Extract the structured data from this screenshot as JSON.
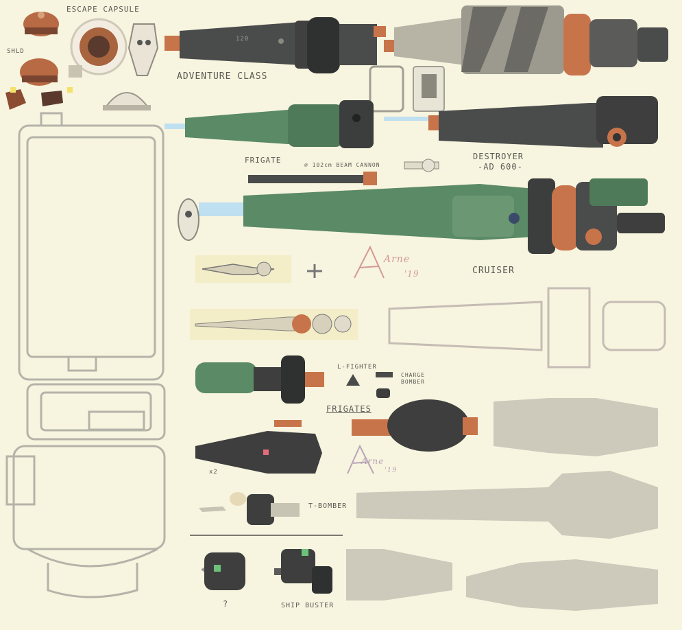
{
  "colors": {
    "paper": "#f7f4df",
    "hull_dark": "#4a4b4b",
    "hull_green": "#5a8a66",
    "engine_orange": "#c8744a",
    "silhouette_gray": "#cdc9bb",
    "sketch_line": "#b8b6ad"
  },
  "labels": {
    "escape_capsule": "ESCAPE CAPSULE",
    "shld": "SHLD",
    "adventure_class": "ADVENTURE CLASS",
    "frigate": "FRIGATE",
    "beam_cannon": "∅ 102cm BEAM CANNON",
    "destroyer": "DESTROYER",
    "destroyer_model": "-AD 600-",
    "cruiser": "CRUISER",
    "l_fighter": "L-FIGHTER",
    "charge_bomber": "CHARGE BOMBER",
    "frigates": "FRIGATES",
    "x2": "x2",
    "t_bomber": "T-BOMBER",
    "ship_buster": "SHIP BUSTER",
    "question": "?",
    "adventure_hull_number": "120",
    "signature": "Arne",
    "signature_year": "'19"
  }
}
